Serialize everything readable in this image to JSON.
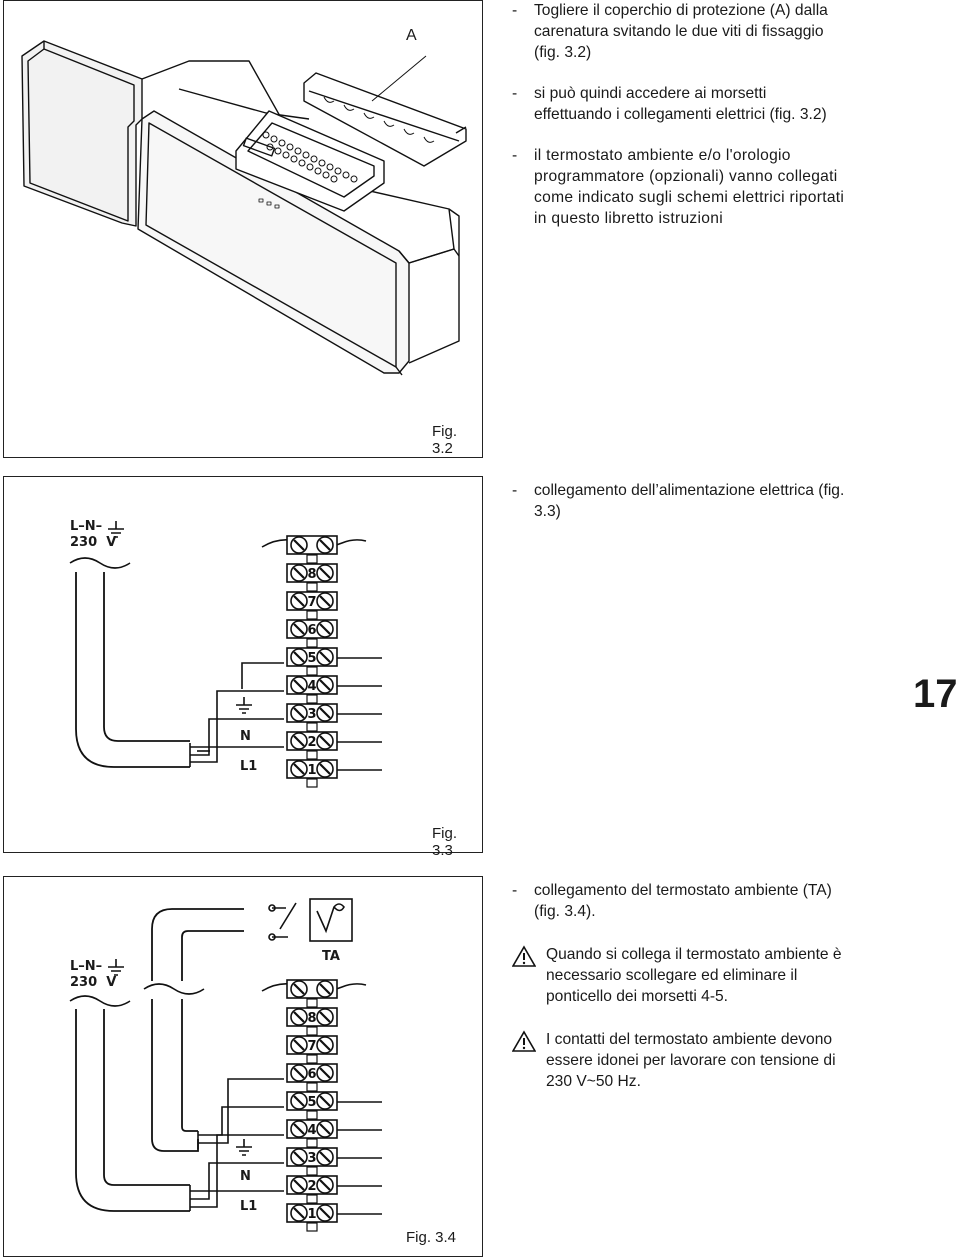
{
  "page_number": "17",
  "fig32": {
    "callout": "A",
    "caption": "Fig. 3.2"
  },
  "fig33": {
    "caption": "Fig. 3.3",
    "supply_label_top": "L–N–",
    "supply_label_bottom": "230  V",
    "wire_n": "N",
    "wire_l1": "L1",
    "terminals": [
      "8",
      "7",
      "6",
      "5",
      "4",
      "3",
      "2",
      "1"
    ]
  },
  "fig34": {
    "caption": "Fig. 3.4",
    "ta_label": "TA",
    "supply_label_top": "L–N–",
    "supply_label_bottom": "230  V",
    "wire_n": "N",
    "wire_l1": "L1",
    "terminals": [
      "8",
      "7",
      "6",
      "5",
      "4",
      "3",
      "2",
      "1"
    ]
  },
  "text1": {
    "dash": "-",
    "items": [
      "Togliere il coperchio di protezione (A) dalla carenatura svitando le due viti di fissaggio (fig. 3.2)",
      "si può quindi accedere ai morsetti effettuando i collegamenti elettrici (fig. 3.2)",
      "il termostato ambiente e/o l'orologio programmatore (opzionali) vanno collegati come indicato sugli schemi elettrici riportati in questo libretto istruzioni"
    ]
  },
  "text2": {
    "dash": "-",
    "item": "collegamento dell’alimentazione elettrica (fig. 3.3)"
  },
  "text3": {
    "dash": "-",
    "item": "collegamento del termostato ambiente (TA) (fig. 3.4).",
    "warnings": [
      "Quando si collega il termostato ambiente è necessario scollegare ed eliminare il ponticello dei morsetti 4-5.",
      "I contatti del termostato ambiente devono essere idonei per lavorare con tensione di 230 V~50 Hz."
    ]
  }
}
